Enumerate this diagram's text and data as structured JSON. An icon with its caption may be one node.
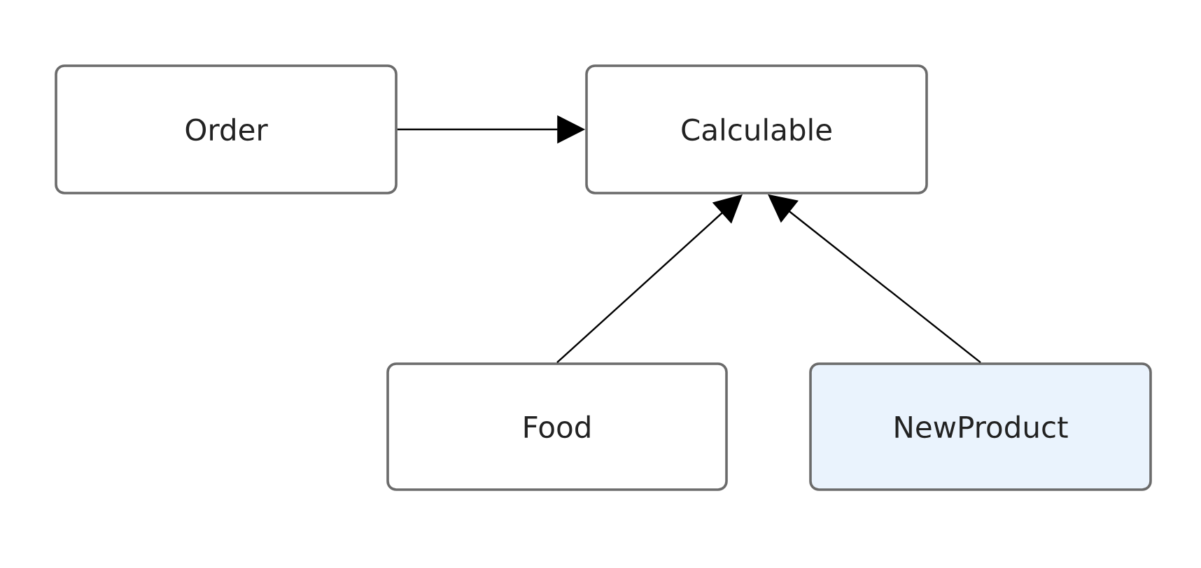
{
  "diagram": {
    "nodes": [
      {
        "text": [
          "Order"
        ]
      },
      {
        "text": [
          "Calculable"
        ]
      },
      {
        "text": [
          "Food"
        ]
      },
      {
        "text": [
          "NewProduct"
        ]
      }
    ],
    "edges": [
      {
        "from": 0,
        "to": 1,
        "arrow": "to"
      },
      {
        "from": 2,
        "to": 1,
        "arrow": "to"
      },
      {
        "from": 3,
        "to": 1,
        "arrow": "to"
      }
    ]
  }
}
